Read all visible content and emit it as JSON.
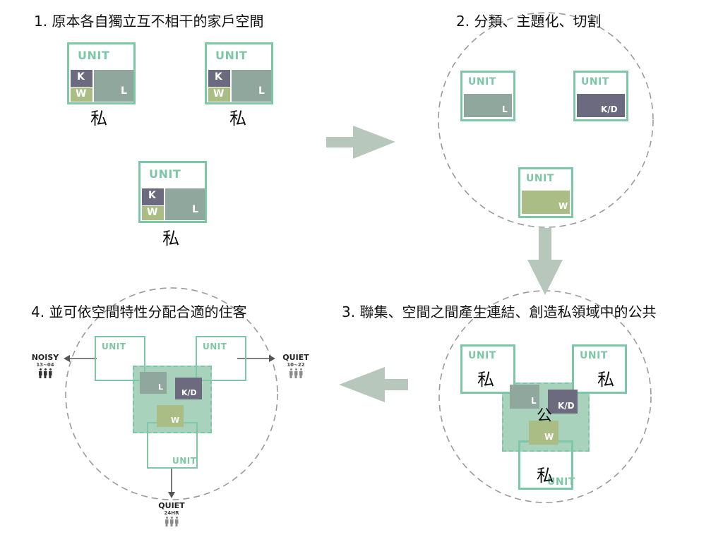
{
  "headings": {
    "step1": "1. 原本各自獨立互不相干的家戶空間",
    "step2": "2. 分類、主題化、切割",
    "step3": "3. 聯集、空間之間產生連結、創造私領域中的公共",
    "step4": "4. 並可依空間特性分配合適的住客"
  },
  "labels": {
    "unit": "UNIT",
    "kitchen": "K",
    "wash": "W",
    "living": "L",
    "kitchen_dining": "K/D",
    "private": "私",
    "public": "公"
  },
  "zones": {
    "noisy": {
      "name": "NOISY",
      "time": "13~04"
    },
    "quiet_east": {
      "name": "QUIET",
      "time": "10~22"
    },
    "quiet_south": {
      "name": "QUIET",
      "time": "24HR"
    }
  },
  "colors": {
    "unit_border": "#7cc7a6",
    "living": "#8fa79d",
    "kitchen": "#6b6a7f",
    "wash": "#aabd84",
    "shared_zone": "#a9d2bd",
    "flow_arrow": "#b7c7bb",
    "dashed_circle": "#9a9a9a",
    "people_dark": "#333333",
    "people_grey": "#8a8a8a"
  }
}
